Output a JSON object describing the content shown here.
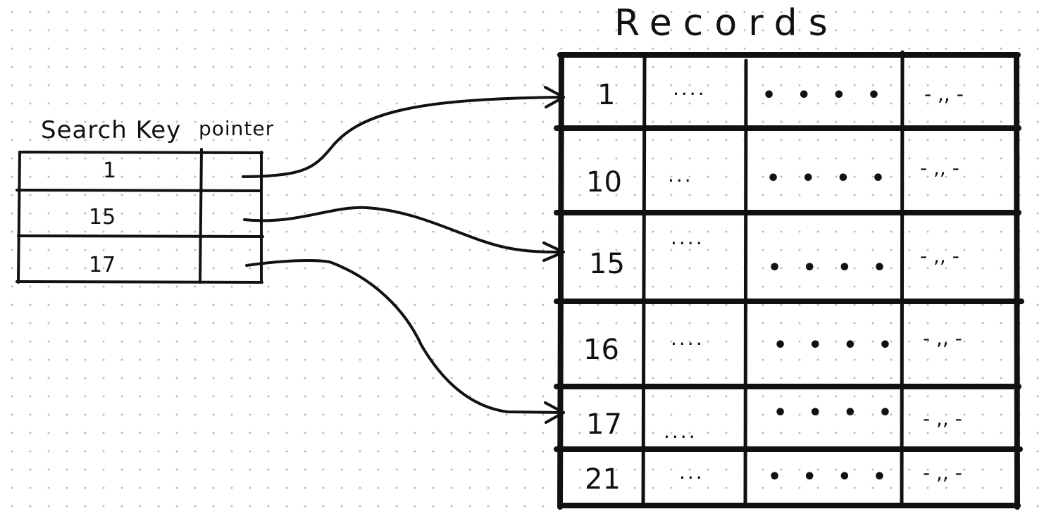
{
  "index_table": {
    "headers": [
      "Search Key",
      "pointer"
    ],
    "rows": [
      {
        "key": "1"
      },
      {
        "key": "15"
      },
      {
        "key": "17"
      }
    ]
  },
  "records_table": {
    "title": "Records",
    "rows": [
      {
        "key": "1",
        "cells": [
          "....",
          "• • • •",
          "- ,, -"
        ]
      },
      {
        "key": "10",
        "cells": [
          "...",
          "• • • •",
          "- ,, -"
        ]
      },
      {
        "key": "15",
        "cells": [
          "....",
          "• • • •",
          "- ,, -"
        ]
      },
      {
        "key": "16",
        "cells": [
          "....",
          "• • • •",
          "- ,, -"
        ]
      },
      {
        "key": "17",
        "cells": [
          "....",
          "• • • •",
          "- ,, -"
        ]
      },
      {
        "key": "21",
        "cells": [
          "...",
          "• • • •",
          "- ,, -"
        ]
      }
    ]
  },
  "pointers": [
    {
      "from_key": "1",
      "to_key": "1"
    },
    {
      "from_key": "15",
      "to_key": "15"
    },
    {
      "from_key": "17",
      "to_key": "17"
    }
  ]
}
